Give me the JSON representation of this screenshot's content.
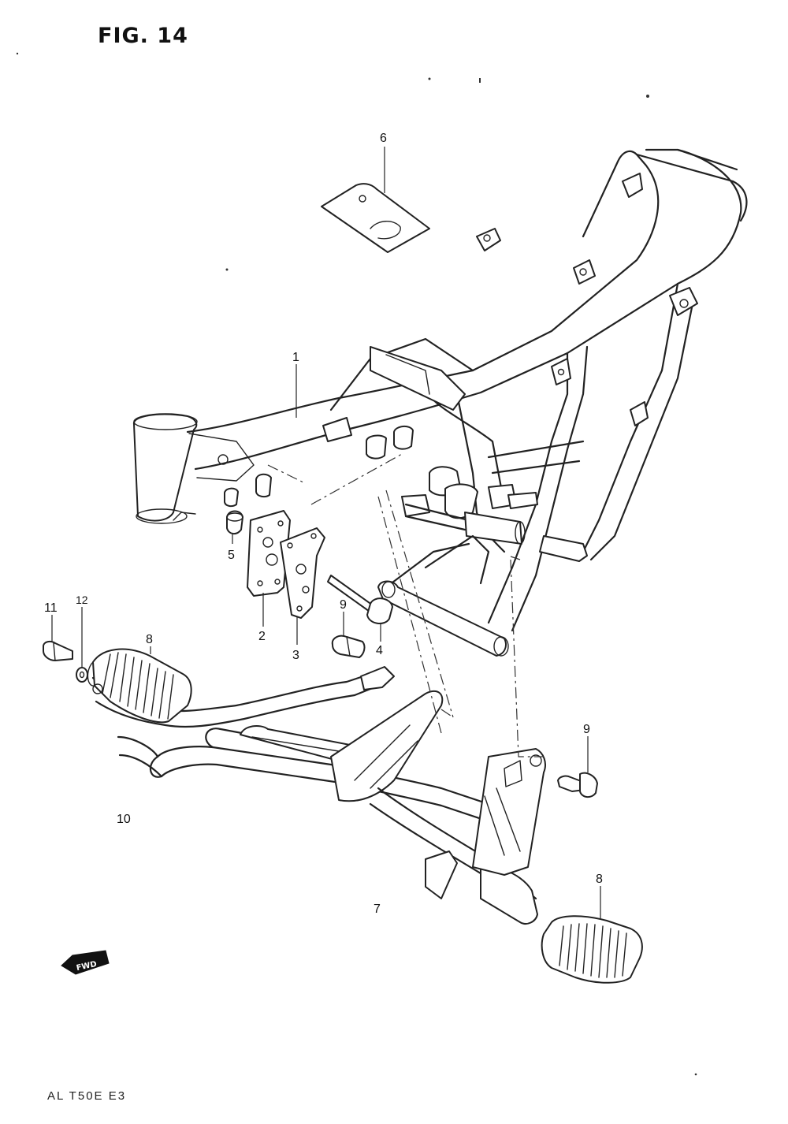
{
  "figure": {
    "title": "FIG. 14",
    "footer_code": "AL T50E  E3",
    "direction_marker": "FWD"
  },
  "parts": [
    {
      "id": "p1",
      "label": "1"
    },
    {
      "id": "p2",
      "label": "2"
    },
    {
      "id": "p3",
      "label": "3"
    },
    {
      "id": "p4",
      "label": "4"
    },
    {
      "id": "p5",
      "label": "5"
    },
    {
      "id": "p6",
      "label": "6"
    },
    {
      "id": "p7",
      "label": "7"
    },
    {
      "id": "p8a",
      "label": "8"
    },
    {
      "id": "p8b",
      "label": "8"
    },
    {
      "id": "p9a",
      "label": "9"
    },
    {
      "id": "p9b",
      "label": "9"
    },
    {
      "id": "p10",
      "label": "10"
    },
    {
      "id": "p11",
      "label": "11"
    },
    {
      "id": "p12",
      "label": "12"
    }
  ]
}
